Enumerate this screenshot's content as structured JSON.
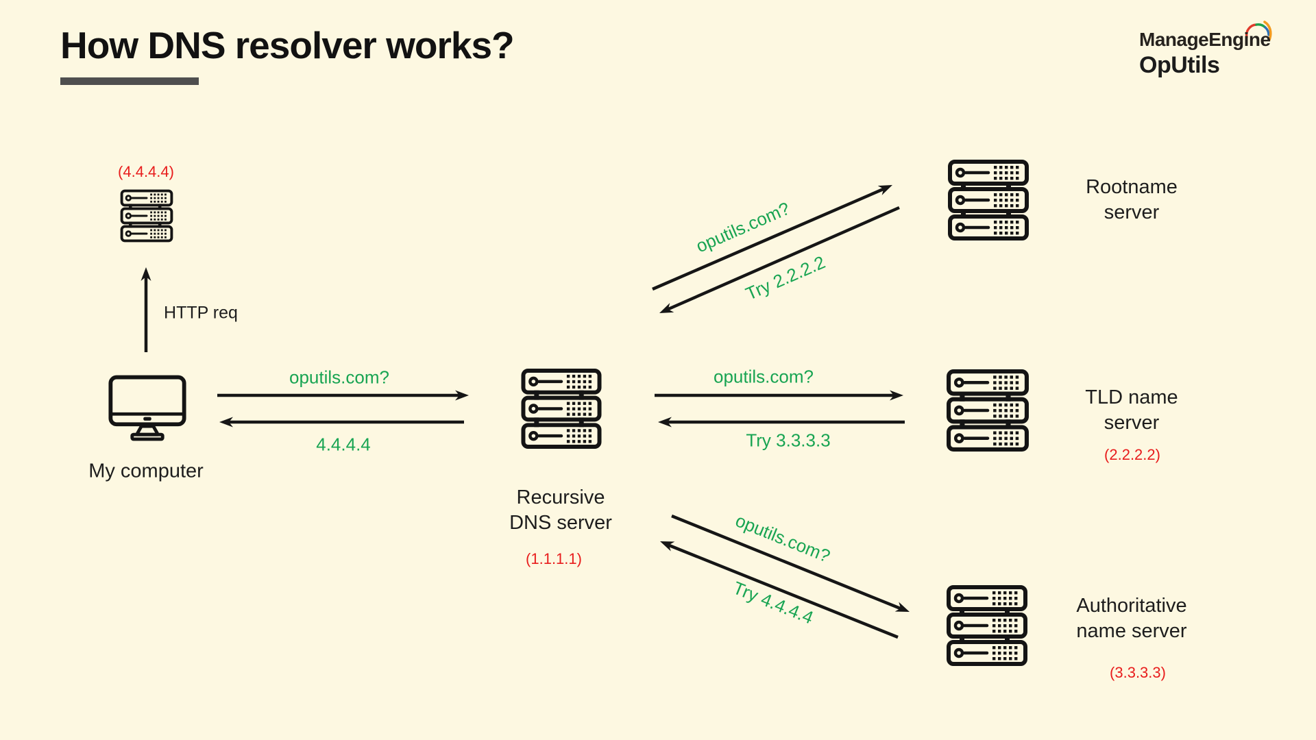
{
  "header": {
    "title": "How DNS resolver works?"
  },
  "logo": {
    "line1": "ManageEngine",
    "line2": "OpUtils",
    "swoosh_icon": "manageengine-swoosh"
  },
  "colors": {
    "background": "#fdf8e1",
    "ink": "#161616",
    "accent_green": "#18a452",
    "accent_red": "#e81c1c",
    "title_underline_gray": "#4f4f4f",
    "logo_swoosh_red": "#e03a2c",
    "logo_swoosh_green": "#1ba24d",
    "logo_swoosh_blue": "#2b6fb5",
    "logo_swoosh_orange": "#f29a1f"
  },
  "nodes": {
    "web_server": {
      "ip": "(4.4.4.4)",
      "icon": "rack-server"
    },
    "my_computer": {
      "label": "My computer",
      "icon": "desktop-computer"
    },
    "recursive": {
      "line1": "Recursive",
      "line2": "DNS server",
      "ip": "(1.1.1.1)",
      "icon": "rack-server"
    },
    "root": {
      "line1": "Rootname",
      "line2": "server",
      "icon": "rack-server"
    },
    "tld": {
      "line1": "TLD name",
      "line2": "server",
      "ip": "(2.2.2.2)",
      "icon": "rack-server"
    },
    "authoritative": {
      "line1": "Authoritative",
      "line2": "name server",
      "ip": "(3.3.3.3)",
      "icon": "rack-server"
    }
  },
  "edges": {
    "http_request": {
      "label": "HTTP req"
    },
    "computer_recursive": {
      "query": "oputils.com?",
      "response": "4.4.4.4"
    },
    "recursive_root": {
      "query": "oputils.com?",
      "response": "Try 2.2.2.2"
    },
    "recursive_tld": {
      "query": "oputils.com?",
      "response": "Try 3.3.3.3"
    },
    "recursive_authoritative": {
      "query": "oputils.com?",
      "response": "Try 4.4.4.4"
    }
  }
}
